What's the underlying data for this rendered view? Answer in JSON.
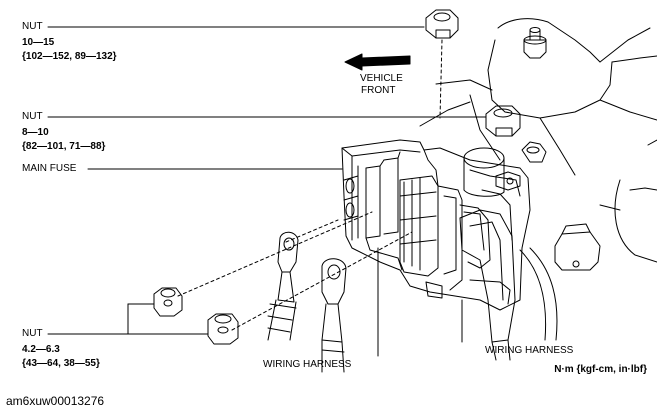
{
  "labels": {
    "nut_top": {
      "name": "NUT",
      "torque_nm": "10—15",
      "torque_alt": "{102—152, 89—132}"
    },
    "nut_mid": {
      "name": "NUT",
      "torque_nm": "8—10",
      "torque_alt": "{82—101, 71—88}"
    },
    "main_fuse": "MAIN FUSE",
    "nut_bottom": {
      "name": "NUT",
      "torque_nm": "4.2—6.3",
      "torque_alt": "{43—64, 38—55}"
    },
    "vehicle_front": [
      "VEHICLE",
      "FRONT"
    ],
    "wiring_harness_left": "WIRING HARNESS",
    "wiring_harness_right": "WIRING HARNESS",
    "units": "N·m {kgf-cm, in·lbf}"
  },
  "footer_code": "am6xuw00013276"
}
